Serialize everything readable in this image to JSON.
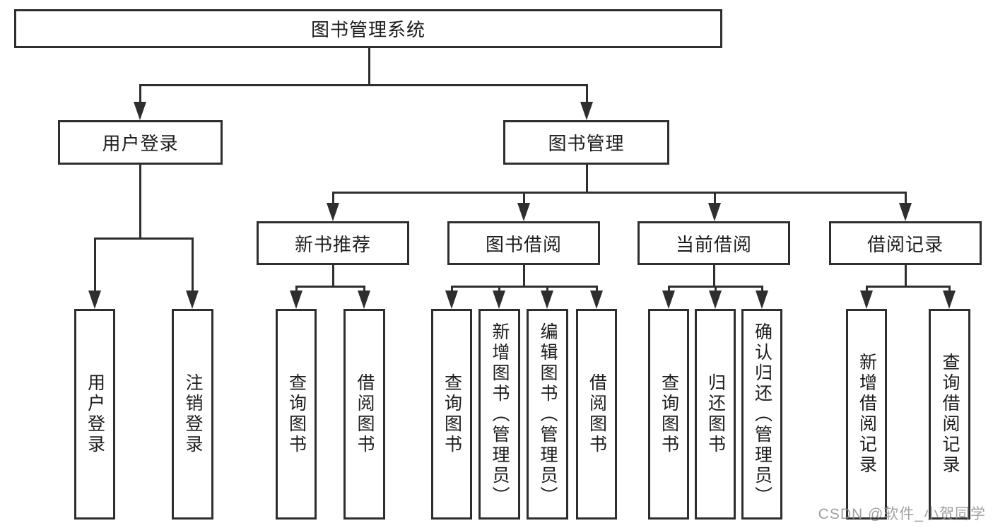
{
  "tree": {
    "root": {
      "label": "图书管理系统"
    },
    "login": {
      "label": "用户登录",
      "children": [
        {
          "label": "用户登录"
        },
        {
          "label": "注销登录"
        }
      ]
    },
    "manage": {
      "label": "图书管理",
      "sections": [
        {
          "label": "新书推荐",
          "children": [
            {
              "label": "查询图书"
            },
            {
              "label": "借阅图书"
            }
          ]
        },
        {
          "label": "图书借阅",
          "children": [
            {
              "label": "查询图书"
            },
            {
              "label": "新增图书（管理员）"
            },
            {
              "label": "编辑图书（管理员）"
            },
            {
              "label": "借阅图书"
            }
          ]
        },
        {
          "label": "当前借阅",
          "children": [
            {
              "label": "查询图书"
            },
            {
              "label": "归还图书"
            },
            {
              "label": "确认归还（管理员）"
            }
          ]
        },
        {
          "label": "借阅记录",
          "children": [
            {
              "label": "新增借阅记录"
            },
            {
              "label": "查询借阅记录"
            }
          ]
        }
      ]
    }
  },
  "watermark": "CSDN @软件_小贺同学",
  "colors": {
    "line": "#2e2e2e",
    "text": "#1c1c1c",
    "background": "#ffffff",
    "watermark": "#919191"
  }
}
